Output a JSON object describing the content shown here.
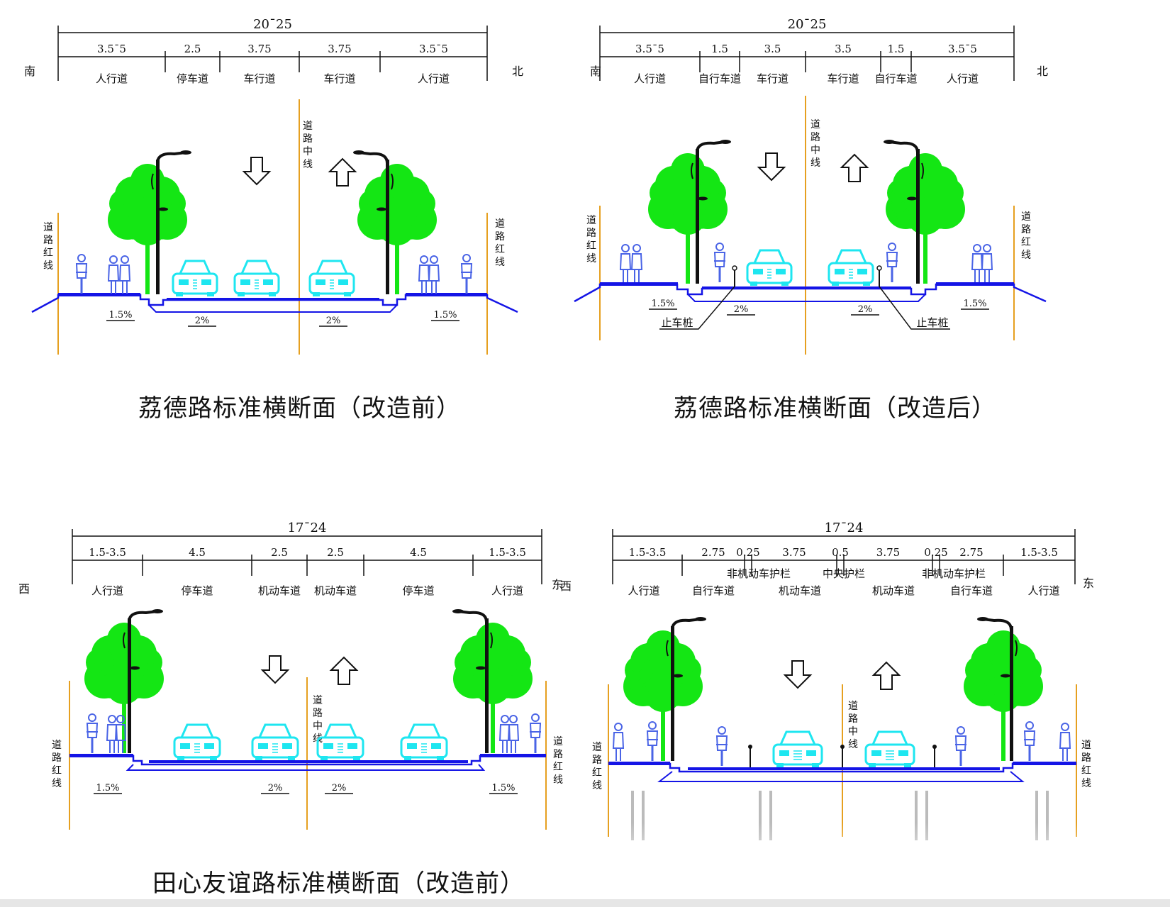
{
  "panels": [
    {
      "id": "p1",
      "caption": "荔德路标准横断面（改造前）",
      "total": "20¯25",
      "left_dir": "南",
      "right_dir": "北",
      "dims": [
        "3.5¯5",
        "2.5",
        "3.75",
        "3.75",
        "3.5¯5"
      ],
      "lanes": [
        "人行道",
        "停车道",
        "车行道",
        "车行道",
        "人行道"
      ],
      "center_label": "道路中线",
      "redline_label": "道路红线",
      "slopes": [
        "1.5%",
        "2%",
        "2%",
        "1.5%"
      ]
    },
    {
      "id": "p2",
      "caption": "荔德路标准横断面（改造后）",
      "total": "20¯25",
      "left_dir": "南",
      "right_dir": "北",
      "dims": [
        "3.5¯5",
        "1.5",
        "3.5",
        "3.5",
        "1.5",
        "3.5¯5"
      ],
      "lanes": [
        "人行道",
        "自行车道",
        "车行道",
        "车行道",
        "自行车道",
        "人行道"
      ],
      "center_label": "道路中线",
      "redline_label": "道路红线",
      "slopes": [
        "1.5%",
        "2%",
        "2%",
        "1.5%"
      ],
      "bollard_label": "止车桩"
    },
    {
      "id": "p3",
      "caption": "田心友谊路标准横断面（改造前）",
      "total": "17¯24",
      "left_dir": "西",
      "right_dir": "东",
      "dims": [
        "1.5-3.5",
        "4.5",
        "2.5",
        "2.5",
        "4.5",
        "1.5-3.5"
      ],
      "lanes": [
        "人行道",
        "停车道",
        "机动车道",
        "机动车道",
        "停车道",
        "人行道"
      ],
      "center_label": "道路中线",
      "redline_label": "道路红线",
      "slopes": [
        "1.5%",
        "2%",
        "2%",
        "1.5%"
      ]
    },
    {
      "id": "p4",
      "total": "17¯24",
      "left_dir": "西",
      "right_dir": "东",
      "dims": [
        "1.5-3.5",
        "2.75",
        "0.25",
        "3.75",
        "0.5",
        "3.75",
        "0.25",
        "2.75",
        "1.5-3.5"
      ],
      "upper_labels": [
        "非机动车护栏",
        "中央护栏",
        "非机动车护栏"
      ],
      "lanes": [
        "人行道",
        "自行车道",
        "机动车道",
        "机动车道",
        "自行车道",
        "人行道"
      ],
      "center_label": "道路中线",
      "redline_label": "道路红线"
    }
  ],
  "colors": {
    "road": "#1414e6",
    "car": "#1ee6f0",
    "tree": "#14e614",
    "people": "#4a64e6",
    "centerline": "#e6a020",
    "ink": "#111111"
  }
}
